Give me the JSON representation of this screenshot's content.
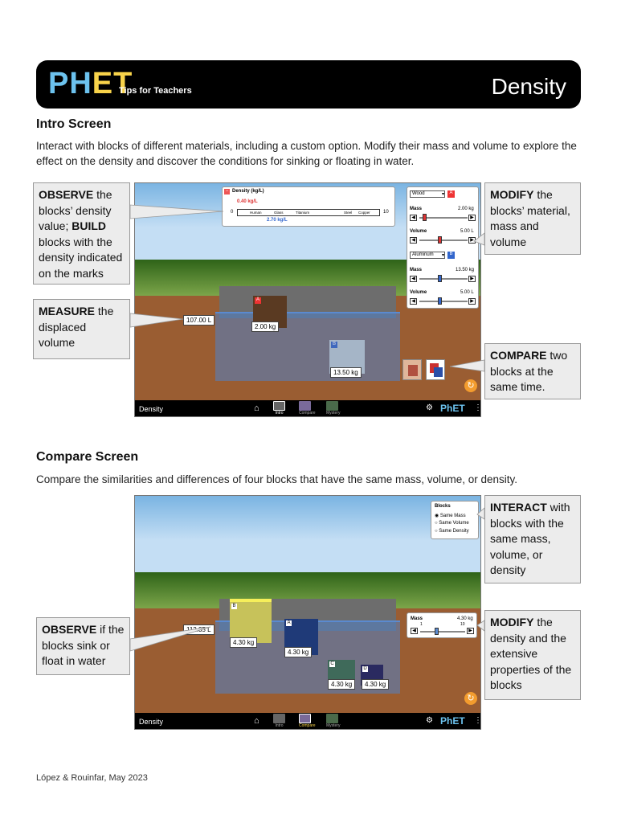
{
  "header": {
    "logo_ph": "PH",
    "logo_e": "ET",
    "tagline": "Tips for Teachers",
    "title": "Density"
  },
  "intro": {
    "heading": "Intro Screen",
    "description": "Interact with blocks of different materials, including a custom option. Modify their mass and volume to explore the effect on the density and discover the conditions for sinking or floating in water.",
    "callouts": {
      "observe": {
        "b1": "OBSERVE",
        "t1": " the blocks’ density value; ",
        "b2": "BUILD",
        "t2": " blocks with the density indicated on the marks"
      },
      "measure": {
        "b": "MEASURE",
        "t": " the displaced volume"
      },
      "modify": {
        "b": "MODIFY",
        "t": " the blocks’ material, mass and volume"
      },
      "compare": {
        "b": "COMPARE",
        "t": " two blocks at the same time."
      }
    },
    "sim": {
      "density_title": "Density (kg/L)",
      "density_a": "0.40 kg/L",
      "density_b": "2.70 kg/L",
      "scale_min": "0",
      "scale_max": "10",
      "scale_marks": [
        "Human",
        "Glass",
        "Titanium",
        "Steel",
        "Copper"
      ],
      "material_a": "Wood",
      "material_b": "Aluminum",
      "badge_a": "A",
      "badge_b": "B",
      "mass_label": "Mass",
      "volume_label": "Volume",
      "mass_a": "2.00 kg",
      "volume_a": "5.00 L",
      "mass_b": "13.50 kg",
      "volume_b": "5.00 L",
      "water_volume": "107.00 L",
      "block_a_mass": "2.00 kg",
      "block_b_mass": "13.50 kg",
      "nav_title": "Density",
      "nav_tabs": [
        "Intro",
        "Compare",
        "Mystery"
      ],
      "brand": "PhET"
    }
  },
  "compare": {
    "heading": "Compare Screen",
    "description": "Compare the similarities and differences of four blocks that have the same mass, volume, or density.",
    "callouts": {
      "interact": {
        "b": "INTERACT",
        "t": " with blocks with the same mass, volume, or density"
      },
      "observe": {
        "b": "OBSERVE",
        "t": " if the blocks sink or float in water"
      },
      "modify": {
        "b": "MODIFY",
        "t": " the density and the extensive properties of the blocks"
      }
    },
    "sim": {
      "blocks_title": "Blocks",
      "options": [
        "Same Mass",
        "Same Volume",
        "Same Density"
      ],
      "selected_option": "Same Mass",
      "mass_label": "Mass",
      "mass_value": "4.30 kg",
      "mass_min": "1",
      "mass_max": "10",
      "water_volume": "112.35 L",
      "block_labels": [
        "B",
        "A",
        "C",
        "D"
      ],
      "block_masses": [
        "4.30 kg",
        "4.30 kg",
        "4.30 kg",
        "4.30 kg"
      ],
      "nav_title": "Density",
      "nav_tabs": [
        "Intro",
        "Compare",
        "Mystery"
      ],
      "brand": "PhET"
    }
  },
  "footer": "López & Rouinfar, May 2023",
  "colors": {
    "accent_blue": "#6cc2ee",
    "accent_yellow": "#f8d34a",
    "water": "#5a8ad0"
  }
}
